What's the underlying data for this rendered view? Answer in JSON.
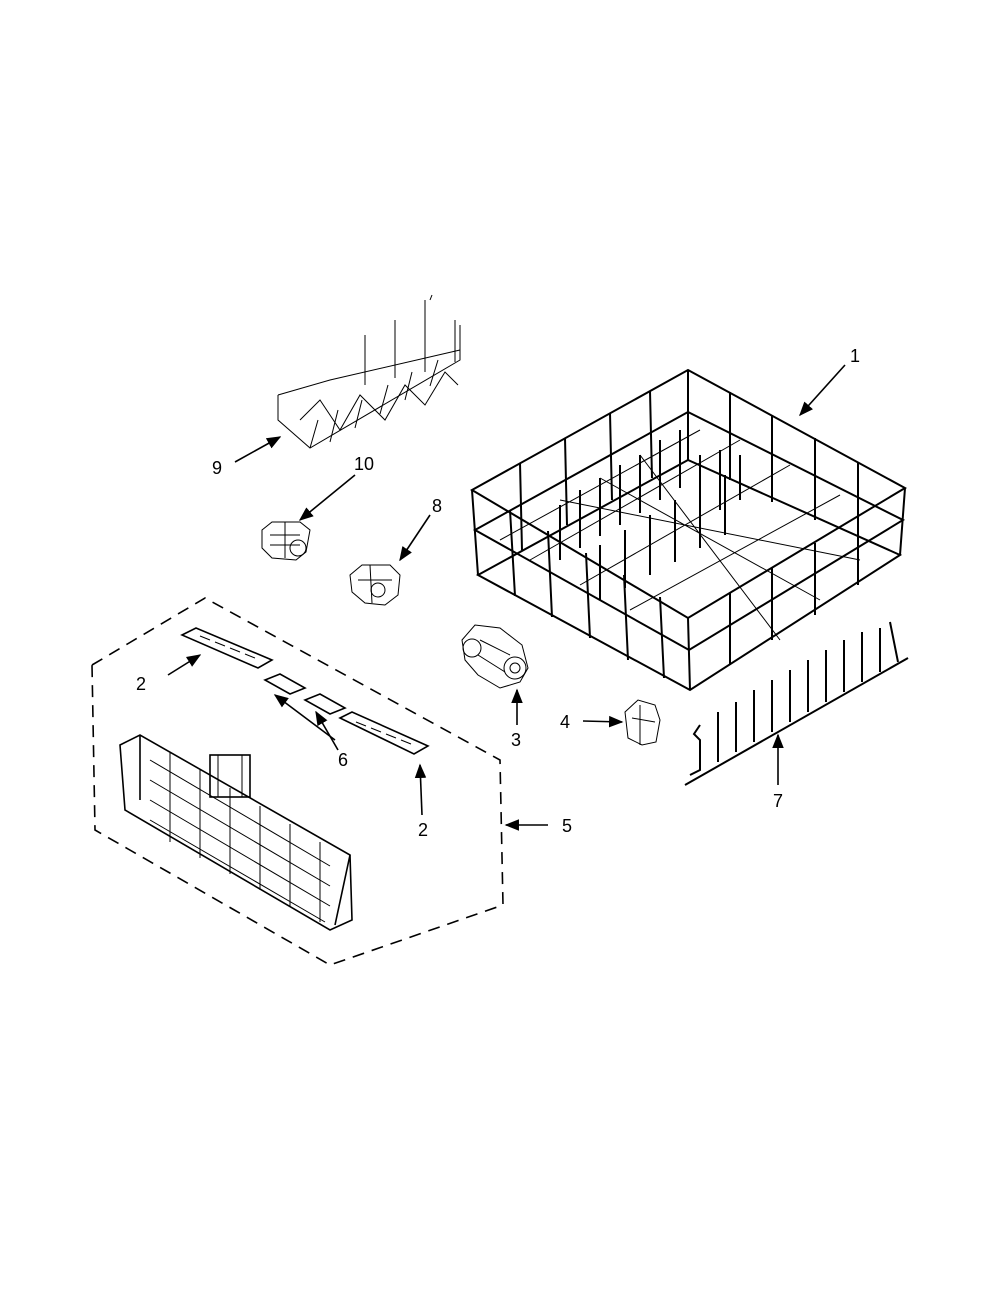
{
  "callouts": [
    {
      "id": "1",
      "text": "1"
    },
    {
      "id": "2a",
      "text": "2"
    },
    {
      "id": "2b",
      "text": "2"
    },
    {
      "id": "3",
      "text": "3"
    },
    {
      "id": "4",
      "text": "4"
    },
    {
      "id": "5",
      "text": "5"
    },
    {
      "id": "6",
      "text": "6"
    },
    {
      "id": "7",
      "text": "7"
    },
    {
      "id": "8",
      "text": "8"
    },
    {
      "id": "9",
      "text": "9"
    },
    {
      "id": "10",
      "text": "10"
    }
  ],
  "colors": {
    "ink": "#000000",
    "paper": "#ffffff"
  }
}
